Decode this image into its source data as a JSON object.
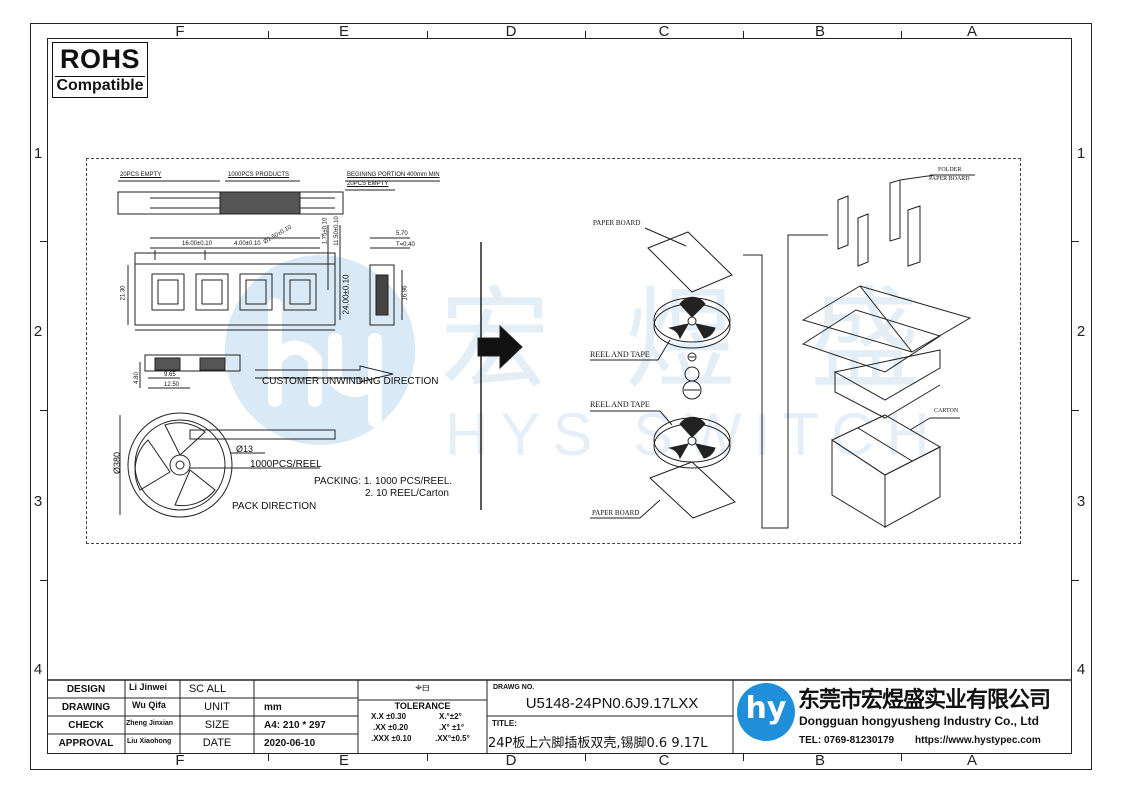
{
  "zones_top": [
    "F",
    "E",
    "D",
    "C",
    "B",
    "A"
  ],
  "zones_bottom": [
    "F",
    "E",
    "D",
    "C",
    "B",
    "A"
  ],
  "zones_left": [
    "1",
    "2",
    "3",
    "4"
  ],
  "zones_right": [
    "1",
    "2",
    "3",
    "4"
  ],
  "rohs": {
    "title": "ROHS",
    "subtitle": "Compatible"
  },
  "watermark": {
    "cn": "宏 煜 盛",
    "en": "HYS SWITCH"
  },
  "drawing": {
    "empty_top": "20PCS EMPTY",
    "products": "1000PCS PRODUCTS",
    "begin_portion": "BEGINING PORTION 400mm MIN",
    "empty_right": "20PCS EMPTY",
    "dim_16": "16.00±0.10",
    "dim_4": "4.00±0.10",
    "dim_hole": "Ø1.50±0.10",
    "dim_175": "1.75±0.10",
    "dim_115": "11.50±0.10",
    "dim_2130": "21.30",
    "dim_24": "24.00±0.10",
    "dim_570": "5.70",
    "dim_t": "T=0.40",
    "dim_1696": "16.96",
    "dim_965": "9.65",
    "dim_1250": "12.50",
    "dim_480": "4.80",
    "unwind": "CUSTOMER UNWINDING DIRECTION",
    "dim_380": "Ø380",
    "dim_13": "Ø13",
    "per_reel": "1000PCS/REEL",
    "packing1": "PACKING: 1. 1000 PCS/REEL.",
    "packing2": "2. 10  REEL/Carton",
    "pack_dir": "PACK DIRECTION",
    "paper_board_top": "PAPER BOARD",
    "reel_tape_1": "REEL AND TAPE",
    "reel_tape_2": "REEL AND TAPE",
    "paper_board_bottom": "PAPER BOARD",
    "folder": "FOLDER",
    "folder_paper": "PAPER BOARD",
    "carton": "CARTON"
  },
  "title_block": {
    "design_label": "DESIGN",
    "design_name": "Li Jinwei",
    "scale_label": "SC ALL",
    "scale_value": "",
    "drawing_label": "DRAWING",
    "drawing_name": "Wu Qifa",
    "unit_label": "UNIT",
    "unit_value": "mm",
    "check_label": "CHECK",
    "check_name": "Zheng Jinxian",
    "size_label": "SIZE",
    "size_value": "A4: 210 * 297",
    "approval_label": "APPROVAL",
    "approval_name": "Liu Xiaohong",
    "date_label": "DATE",
    "date_value": "2020-06-10",
    "proj_symbol": "⌖⊟",
    "tolerance_label": "TOLERANCE",
    "tol_x": "X.X  ±0.30",
    "tol_xx": ".XX  ±0.20",
    "tol_xxx": ".XXX  ±0.10",
    "tol_a1": "X.°±2°",
    "tol_a2": ".X° ±1°",
    "tol_a3": ".XX°±0.5°",
    "dwg_no_label": "DRAWG NO.",
    "dwg_no": "U5148-24PN0.6J9.17LXX",
    "title_label": "TITLE:",
    "title": "24P板上六脚插板双壳,锡脚0.6  9.17L",
    "company_cn": "东莞市宏煜盛实业有限公司",
    "company_en": "Dongguan hongyusheng Industry Co., Ltd",
    "tel": "TEL: 0769-81230179",
    "web": "https://www.hystypec.com",
    "logo_text": "hy"
  },
  "colors": {
    "line": "#222222",
    "logo_blue": "#1e8fd8",
    "watermark": "#d9e9f6"
  }
}
